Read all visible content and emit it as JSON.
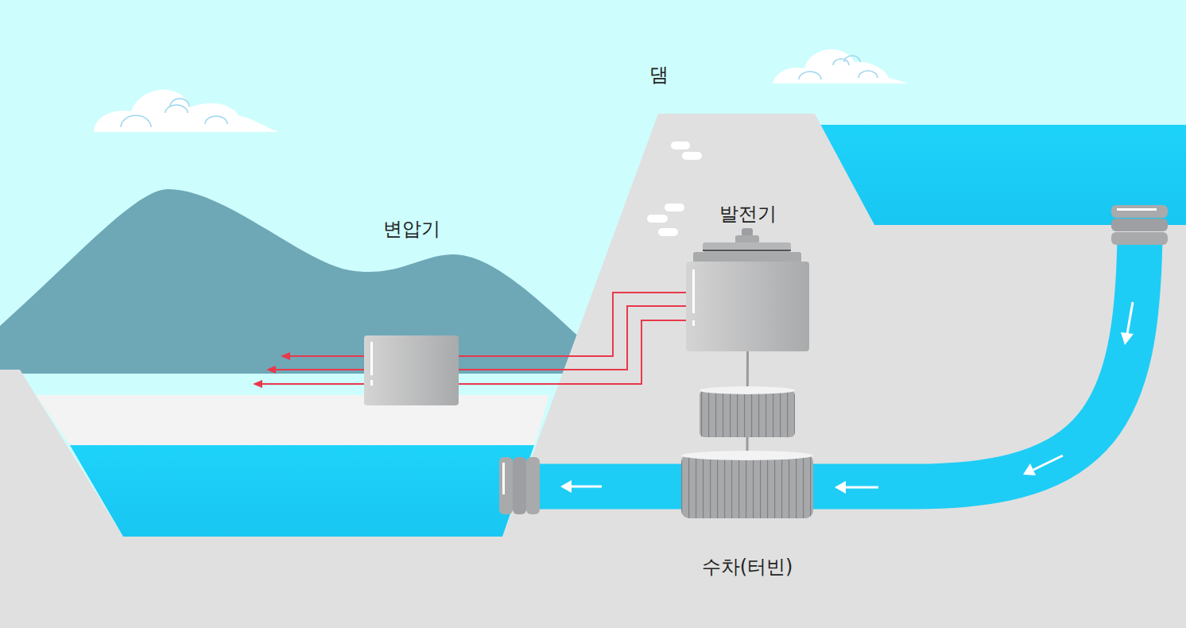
{
  "diagram": {
    "nodes": [
      {
        "text": [
          "발전기"
        ]
      },
      {
        "text": [
          "변압기"
        ]
      },
      {
        "text": [
          "수차(터빈)"
        ]
      }
    ],
    "edges": [
      {
        "from": 0,
        "to": 1,
        "arrow": "none"
      },
      {
        "from": 0,
        "to": 2,
        "arrow": "none"
      }
    ],
    "labels": [
      "댐"
    ]
  }
}
